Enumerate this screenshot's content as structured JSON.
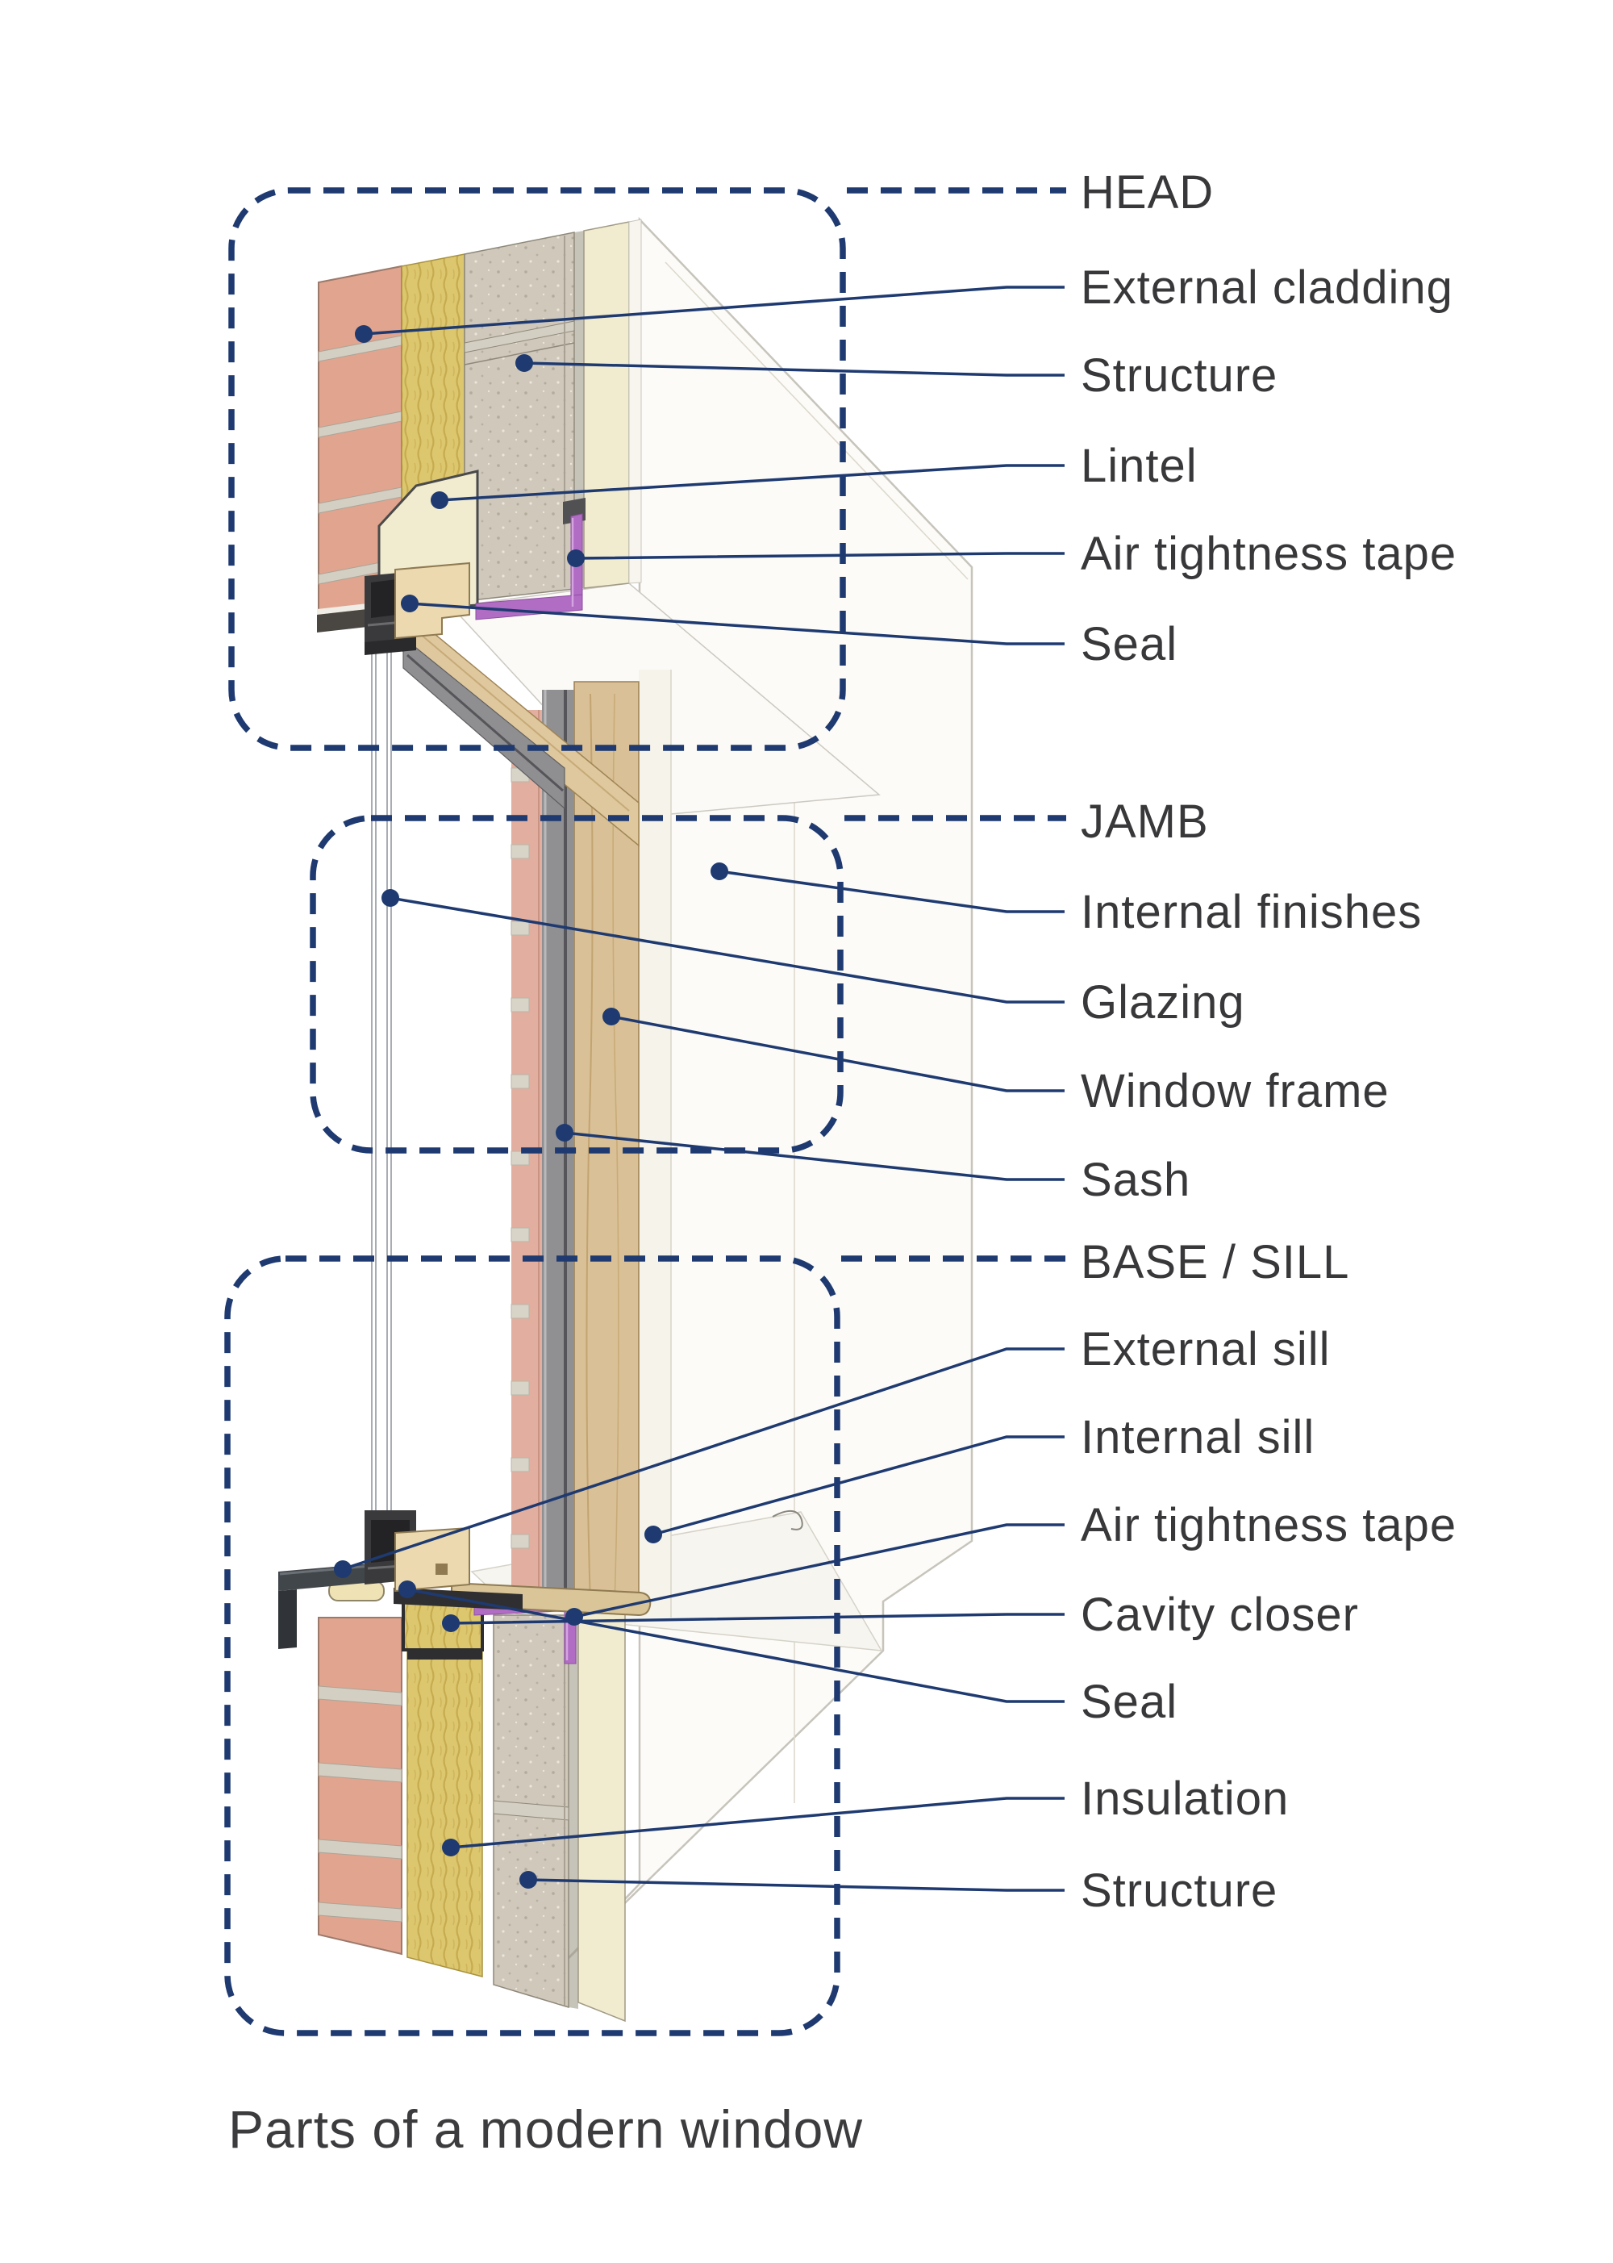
{
  "title": "Parts of a modern window",
  "sections": {
    "head": {
      "label": "HEAD",
      "items": [
        "External cladding",
        "Structure",
        "Lintel",
        "Air tightness tape",
        "Seal"
      ]
    },
    "jamb": {
      "label": "JAMB",
      "items": [
        "Internal finishes",
        "Glazing",
        "Window frame",
        "Sash"
      ]
    },
    "base": {
      "label": "BASE / SILL",
      "items": [
        "External sill",
        "Internal sill",
        "Air tightness tape",
        "Cavity closer",
        "Seal",
        "Insulation",
        "Structure"
      ]
    }
  },
  "labels": [
    {
      "text": "HEAD",
      "group": "head"
    },
    {
      "text": "External cladding",
      "group": "head"
    },
    {
      "text": "Structure",
      "group": "head"
    },
    {
      "text": "Lintel",
      "group": "head"
    },
    {
      "text": "Air tightness tape",
      "group": "head"
    },
    {
      "text": "Seal",
      "group": "head"
    },
    {
      "text": "JAMB",
      "group": "jamb"
    },
    {
      "text": "Internal finishes",
      "group": "jamb"
    },
    {
      "text": "Glazing",
      "group": "jamb"
    },
    {
      "text": "Window frame",
      "group": "jamb"
    },
    {
      "text": "Sash",
      "group": "jamb"
    },
    {
      "text": "BASE / SILL",
      "group": "base"
    },
    {
      "text": "External sill",
      "group": "base"
    },
    {
      "text": "Internal sill",
      "group": "base"
    },
    {
      "text": "Air tightness tape",
      "group": "base"
    },
    {
      "text": "Cavity closer",
      "group": "base"
    },
    {
      "text": "Seal",
      "group": "base"
    },
    {
      "text": "Insulation",
      "group": "base"
    },
    {
      "text": "Structure",
      "group": "base"
    }
  ],
  "colors": {
    "annotation_navy": "#1e3a70",
    "brick": "#e1a48f",
    "mortar": "#d3cfc2",
    "mineral_wool": "#dcc76f",
    "concrete": "#cfc8bb",
    "rigid_insulation_cream": "#f1ebcf",
    "wood_frame": "#d9c096",
    "air_tightness_tape_purple": "#b16cc4",
    "external_sill_charcoal": "#41464a",
    "frame_aluminium": "#3a3a3c",
    "internal_finish_white": "#fcfbf7",
    "label_text": "#38383a"
  }
}
